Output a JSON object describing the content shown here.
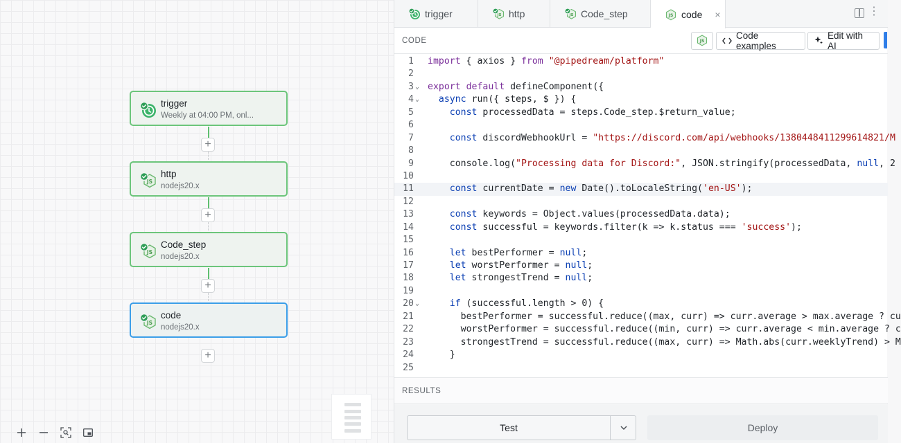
{
  "canvas": {
    "nodes": [
      {
        "title": "trigger",
        "subtitle": "Weekly at 04:00 PM, onl...",
        "icon": "clock-icon"
      },
      {
        "title": "http",
        "subtitle": "nodejs20.x",
        "icon": "nodejs-icon"
      },
      {
        "title": "Code_step",
        "subtitle": "nodejs20.x",
        "icon": "nodejs-icon"
      },
      {
        "title": "code",
        "subtitle": "nodejs20.x",
        "icon": "nodejs-icon"
      }
    ],
    "add_step": "+",
    "tools": {
      "zoom_in": "+",
      "zoom_out": "−"
    }
  },
  "tabs": [
    {
      "label": "trigger",
      "icon": "clock-icon"
    },
    {
      "label": "http",
      "icon": "nodejs-icon"
    },
    {
      "label": "Code_step",
      "icon": "nodejs-icon"
    },
    {
      "label": "code",
      "icon": "nodejs-icon",
      "active": true,
      "close": "×"
    }
  ],
  "tabs_more": "⋮",
  "editor": {
    "section_label": "CODE",
    "code_examples_label": "Code examples",
    "edit_with_ai_label": "Edit with AI",
    "results_label": "RESULTS",
    "test_label": "Test",
    "deploy_label": "Deploy"
  },
  "code_lines": [
    "import { axios } from \"@pipedream/platform\"",
    "",
    "export default defineComponent({",
    "  async run({ steps, $ }) {",
    "    const processedData = steps.Code_step.$return_value;",
    "",
    "    const discordWebhookUrl = \"https://discord.com/api/webhooks/1380448411299614821/M",
    "",
    "    console.log(\"Processing data for Discord:\", JSON.stringify(processedData, null, 2",
    "",
    "    const currentDate = new Date().toLocaleString('en-US');",
    "",
    "    const keywords = Object.values(processedData.data);",
    "    const successful = keywords.filter(k => k.status === 'success');",
    "",
    "    let bestPerformer = null;",
    "    let worstPerformer = null;",
    "    let strongestTrend = null;",
    "",
    "    if (successful.length > 0) {",
    "      bestPerformer = successful.reduce((max, curr) => curr.average > max.average ? cu",
    "      worstPerformer = successful.reduce((min, curr) => curr.average < min.average ? c",
    "      strongestTrend = successful.reduce((max, curr) => Math.abs(curr.weeklyTrend) > M",
    "    }",
    ""
  ],
  "line_numbers": [
    "1",
    "2",
    "3",
    "4",
    "5",
    "6",
    "7",
    "8",
    "9",
    "10",
    "11",
    "12",
    "13",
    "14",
    "15",
    "16",
    "17",
    "18",
    "19",
    "20",
    "21",
    "22",
    "23",
    "24",
    "25"
  ],
  "fold_marker": "⌄",
  "colors": {
    "node_border": "#6cc57b",
    "selected_border": "#3b9ee8",
    "keyword": "#0b3fb3",
    "string": "#a31515",
    "accent_edge": "#2f7ee8"
  }
}
